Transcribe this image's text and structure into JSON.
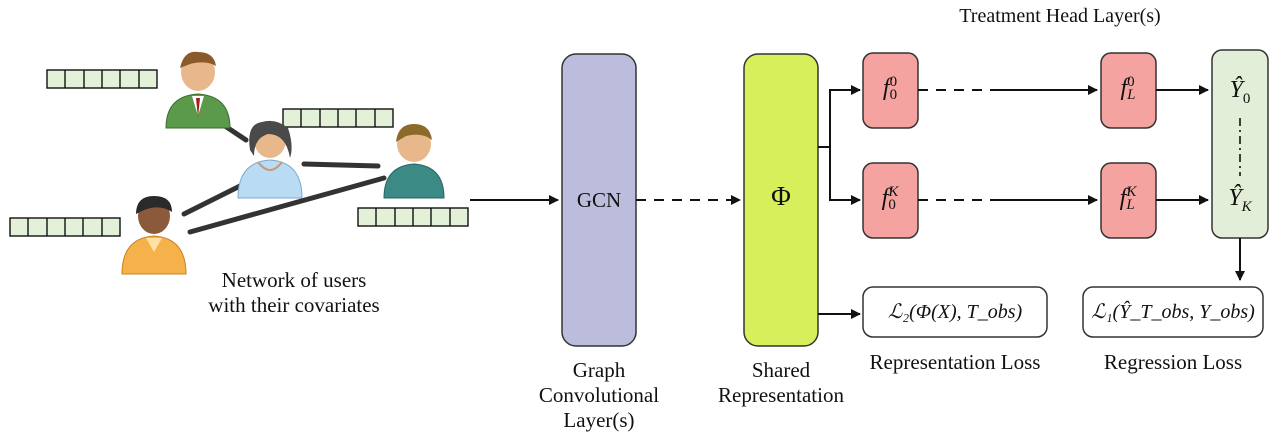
{
  "header": {
    "treatment_head": "Treatment Head Layer(s)"
  },
  "network": {
    "caption_line1": "Network of users",
    "caption_line2": "with their covariates"
  },
  "gcn": {
    "label": "GCN",
    "caption_line1": "Graph",
    "caption_line2": "Convolutional",
    "caption_line3": "Layer(s)"
  },
  "shared": {
    "label": "Φ",
    "caption_line1": "Shared",
    "caption_line2": "Representation"
  },
  "heads": {
    "top_first": {
      "base": "f",
      "sub": "0",
      "sup": "0"
    },
    "top_last": {
      "base": "f",
      "sub": "L",
      "sup": "0"
    },
    "bottom_first": {
      "base": "f",
      "sub": "0",
      "sup": "K"
    },
    "bottom_last": {
      "base": "f",
      "sub": "L",
      "sup": "K"
    }
  },
  "outputs": {
    "y0": {
      "base": "Ŷ",
      "sub": "0"
    },
    "yk": {
      "base": "Ŷ",
      "sub": "K"
    }
  },
  "losses": {
    "representation": {
      "formula": "ℒ₂(Φ(X), T_obs)",
      "caption": "Representation Loss"
    },
    "regression": {
      "formula": "ℒ₁(Ŷ_T_obs, Y_obs)",
      "caption": "Regression Loss"
    }
  },
  "colors": {
    "gcn_fill": "#bcbcdc",
    "shared_fill": "#d8ef5c",
    "head_fill": "#f4a3a0",
    "output_fill": "#e3eed8",
    "covariate_fill": "#e3f1d9"
  }
}
